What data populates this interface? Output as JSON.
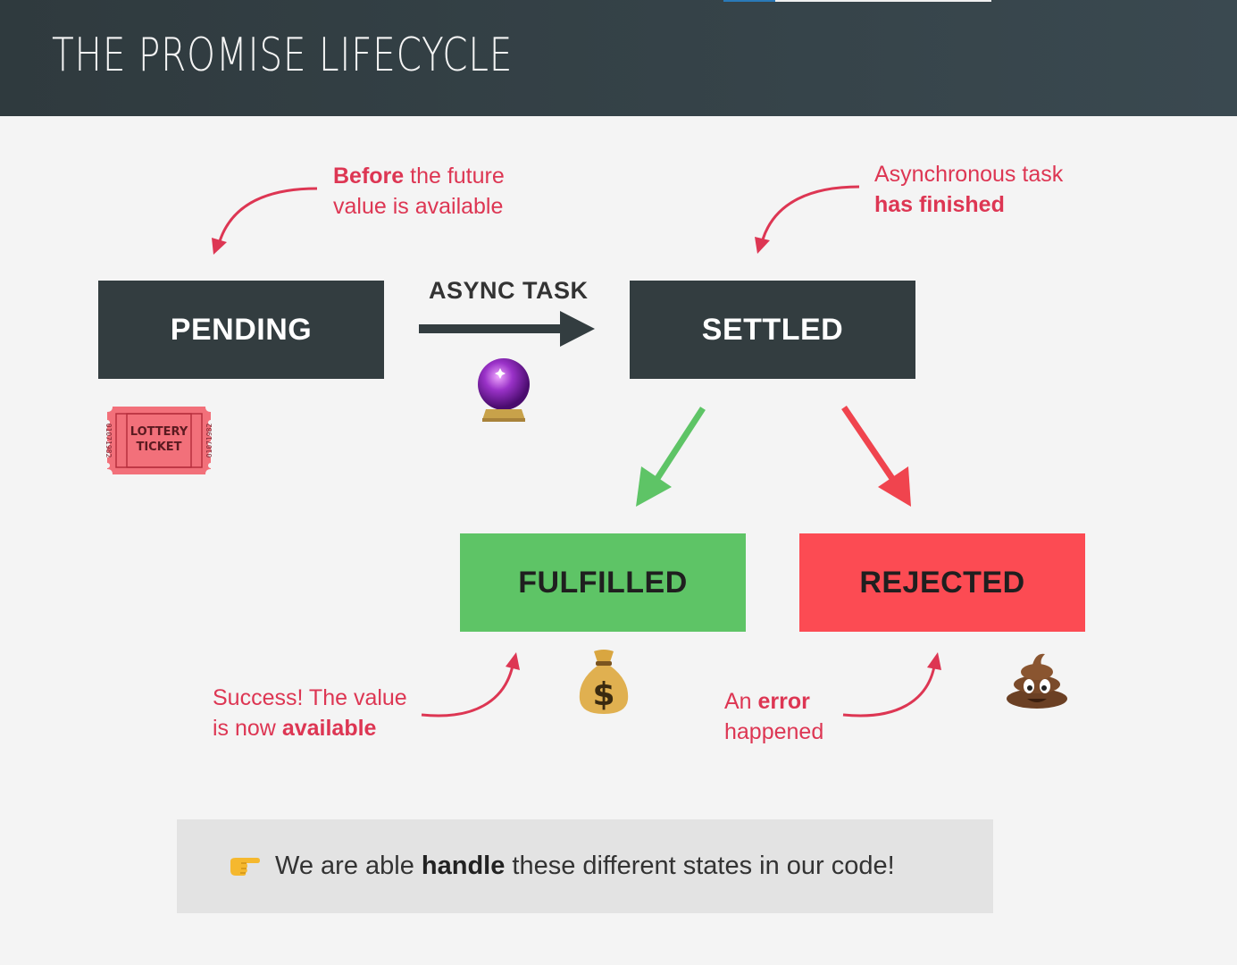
{
  "header": {
    "title": "THE PROMISE LIFECYCLE"
  },
  "states": {
    "pending": "PENDING",
    "settled": "SETTLED",
    "fulfilled": "FULFILLED",
    "rejected": "REJECTED"
  },
  "transition": {
    "async_label": "ASYNC TASK"
  },
  "annotations": {
    "pending_note": {
      "bold": "Before",
      "rest_line1": " the future",
      "line2": "value is available"
    },
    "settled_note": {
      "line1": "Asynchronous task",
      "bold_line2": "has finished"
    },
    "fulfilled_note": {
      "line1": "Success! The value",
      "line2_prefix": "is now ",
      "line2_bold": "available"
    },
    "rejected_note": {
      "line1_prefix": "An ",
      "line1_bold": "error",
      "line2": "happened"
    }
  },
  "ticket": {
    "line1": "LOTTERY",
    "line2": "TICKET",
    "serial": "01071982"
  },
  "footer": {
    "prefix": "We are able ",
    "bold": "handle",
    "suffix": " these different states in our code!"
  },
  "icons": {
    "ticket": "lottery-ticket-icon",
    "crystal_ball": "crystal-ball-icon",
    "money_bag": "money-bag-icon",
    "poop": "poop-icon",
    "pointing_hand": "pointing-hand-icon"
  },
  "colors": {
    "header_bg": "#333d40",
    "dark_box": "#333d40",
    "fulfilled": "#5ec466",
    "rejected": "#fc4b53",
    "annotation": "#dd3653",
    "green_arrow": "#5ec466",
    "red_arrow": "#f0444e"
  }
}
